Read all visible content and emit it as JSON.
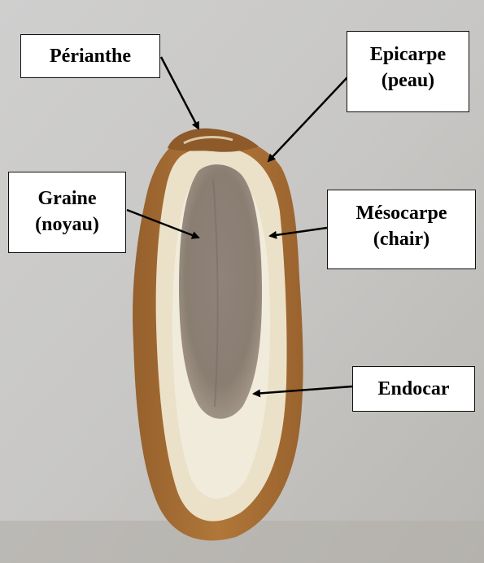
{
  "labels": {
    "perianthe": {
      "line1": "Périanthe"
    },
    "epicarpe": {
      "line1": "Epicarpe",
      "line2": "(peau)"
    },
    "graine": {
      "line1": "Graine",
      "line2": "(noyau)"
    },
    "mesocarpe": {
      "line1": "Mésocarpe",
      "line2": "(chair)"
    },
    "endocar": {
      "line1": "Endocar"
    }
  },
  "colors": {
    "background": "#c9c8c6",
    "skin": "#a6692f",
    "flesh": "#ece3cb",
    "seed": "#8d8177",
    "arrow": "#000000"
  }
}
